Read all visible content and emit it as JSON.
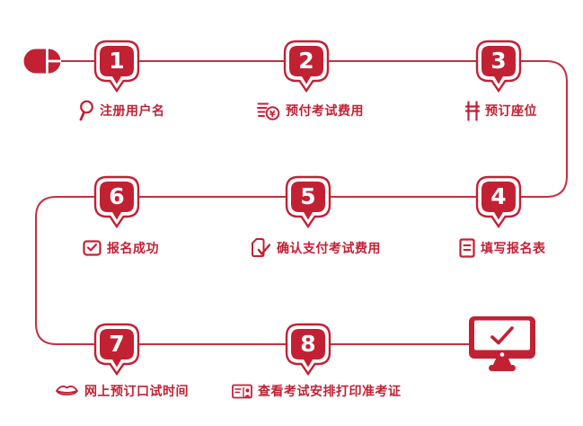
{
  "accent_color": "#C22134",
  "line_color": "#C5303F",
  "flow": {
    "start_icon": "mouse-icon",
    "end_icon": "monitor-check-icon",
    "coins_currency_symbol": "¥",
    "steps": [
      {
        "number": "1",
        "label": "注册用户名",
        "icon": "magnifier-icon"
      },
      {
        "number": "2",
        "label": "预付考试费用",
        "icon": "coins-yen-icon"
      },
      {
        "number": "3",
        "label": "预订座位",
        "icon": "chair-icon"
      },
      {
        "number": "4",
        "label": "填写报名表",
        "icon": "form-icon"
      },
      {
        "number": "5",
        "label": "确认支付考试费用",
        "icon": "document-check-icon"
      },
      {
        "number": "6",
        "label": "报名成功",
        "icon": "checkbox-icon"
      },
      {
        "number": "7",
        "label": "网上预订口试时间",
        "icon": "lips-icon"
      },
      {
        "number": "8",
        "label": "查看考试安排打印准考证",
        "icon": "id-card-icon"
      }
    ]
  }
}
